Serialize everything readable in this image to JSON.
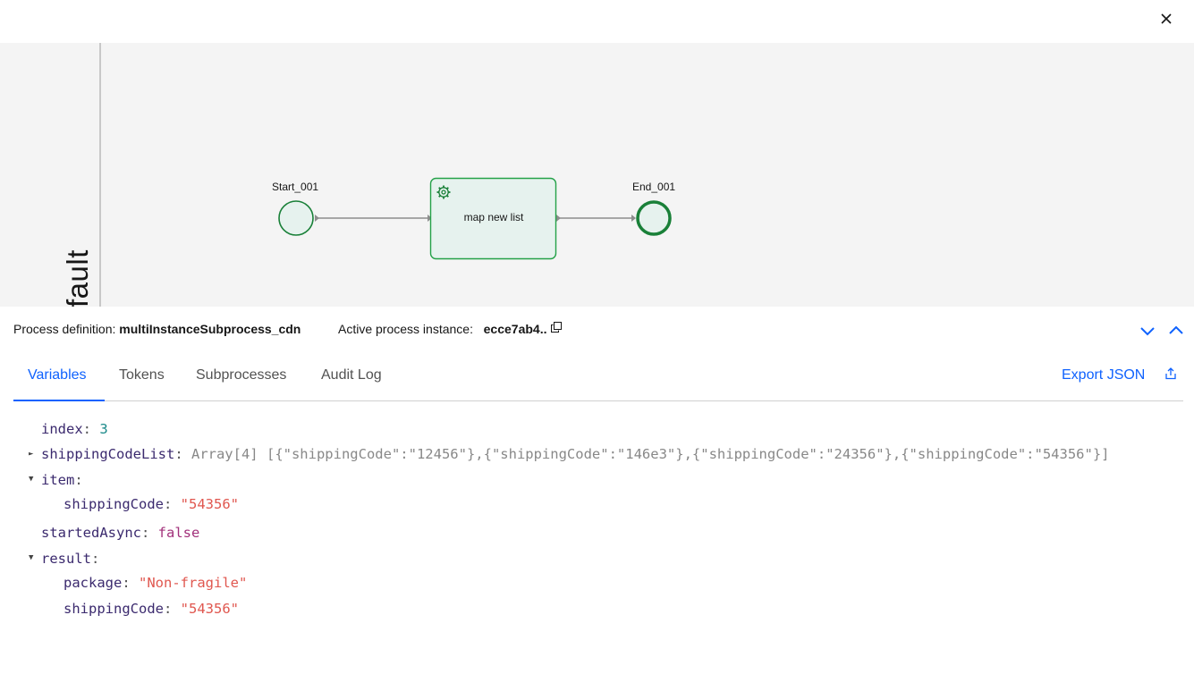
{
  "topbar": {
    "close_icon": "close-icon"
  },
  "diagram": {
    "lane_label": "fault",
    "start_event": {
      "label": "Start_001"
    },
    "task": {
      "label": "map new list",
      "icon": "gear-icon"
    },
    "end_event": {
      "label": "End_001"
    },
    "colors": {
      "task_fill": "#e6f2ee",
      "task_border": "#24a148",
      "event_border": "#198038",
      "flow": "#8d8d8d"
    }
  },
  "info": {
    "definition_label": "Process definition:",
    "definition_value": "multiInstanceSubprocess_cdn",
    "instance_label": "Active process instance:",
    "instance_value": "ecce7ab4..",
    "copy_icon": "copy-icon",
    "collapse_icon": "chevron-down-icon",
    "expand_icon": "chevron-up-icon"
  },
  "tabs": {
    "items": [
      {
        "label": "Variables",
        "active": true
      },
      {
        "label": "Tokens",
        "active": false
      },
      {
        "label": "Subprocesses",
        "active": false
      },
      {
        "label": "Audit Log",
        "active": false
      }
    ],
    "export_label": "Export JSON",
    "export_icon": "upload-icon"
  },
  "variables": {
    "index": {
      "key": "index",
      "value": "3"
    },
    "shippingCodeList": {
      "key": "shippingCodeList",
      "type": "Array[4]",
      "preview": "[{\"shippingCode\":\"12456\"},{\"shippingCode\":\"146e3\"},{\"shippingCode\":\"24356\"},{\"shippingCode\":\"54356\"}]"
    },
    "item": {
      "key": "item",
      "child_key": "shippingCode",
      "child_value": "\"54356\""
    },
    "startedAsync": {
      "key": "startedAsync",
      "value": "false"
    },
    "result": {
      "key": "result",
      "package_key": "package",
      "package_value": "\"Non-fragile\"",
      "shipping_key": "shippingCode",
      "shipping_value": "\"54356\""
    }
  }
}
